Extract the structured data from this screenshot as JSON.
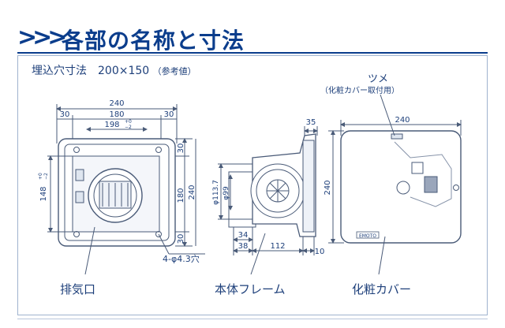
{
  "header": {
    "arrows": ">>>",
    "title": "各部の名称と寸法"
  },
  "subtitle": {
    "main": "埋込穴寸法　200×150",
    "note": "（参考値）"
  },
  "front_view": {
    "dim_total_width": "240",
    "dim_side_left": "30",
    "dim_inner": "180",
    "dim_side_right": "30",
    "dim_opening": "198",
    "dim_opening_tol_upper": "+0",
    "dim_opening_tol_lower": "−2",
    "dim_height_left": "148",
    "dim_height_tol_upper": "+0",
    "dim_height_tol_lower": "−2",
    "dim_right_top": "30",
    "dim_right_mid": "180",
    "dim_right_total": "240",
    "dim_right_bottom": "30",
    "hole_note": "4-φ4.3穴",
    "caption": "排気口"
  },
  "side_view": {
    "dim_top": "35",
    "dim_phi_outer": "φ113.7",
    "dim_phi_inner": "φ99",
    "dim_34": "34",
    "dim_38": "38",
    "dim_112": "112",
    "dim_10": "10",
    "caption": "本体フレーム"
  },
  "cover_view": {
    "label_tsume": "ツメ",
    "label_tsume_note": "（化粧カバー取付用）",
    "dim_width": "240",
    "dim_height": "240",
    "brand": "EMOTO",
    "caption": "化粧カバー"
  },
  "colors": {
    "header": "#0b3d8c",
    "text": "#1d3f7a",
    "line": "#4a5b78",
    "panel_border": "#9fb3cf"
  }
}
